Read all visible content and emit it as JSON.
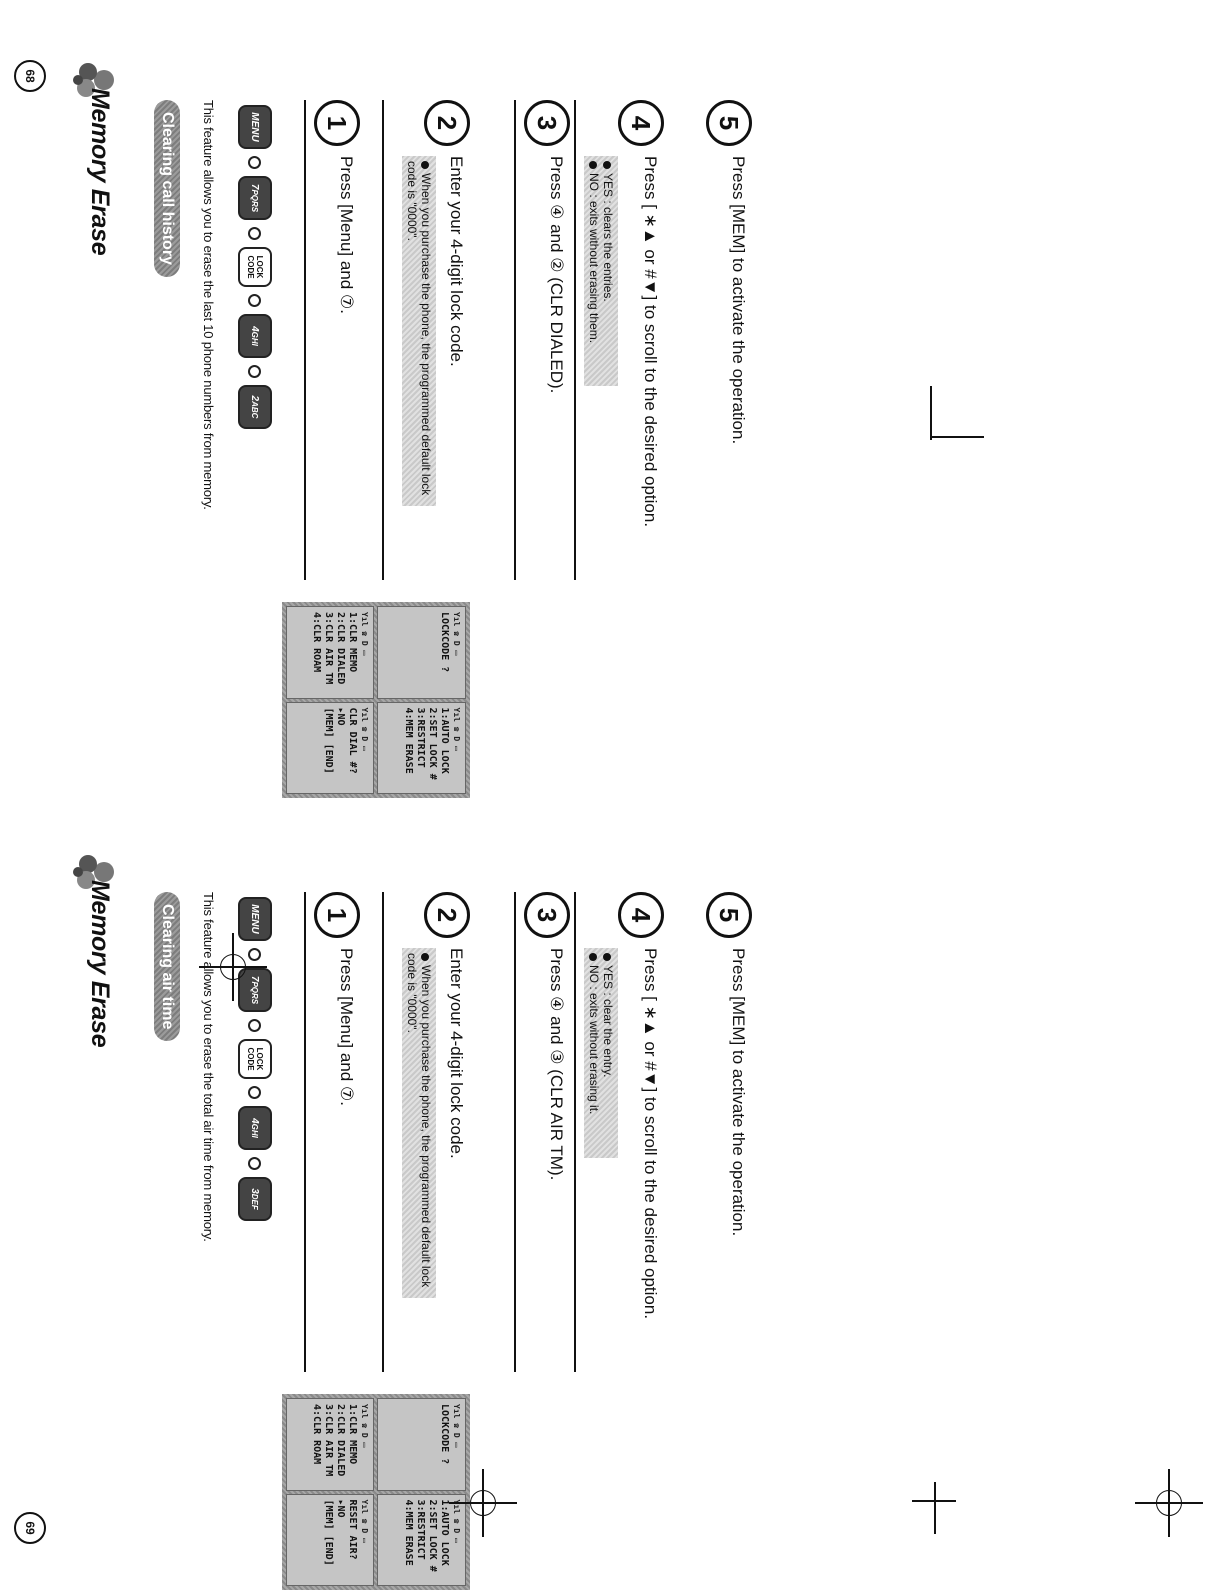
{
  "left": {
    "title": "Memory Erase",
    "section": "Clearing call history",
    "intro": "This feature allows you to erase the last 10 phone numbers from memory.",
    "keys": [
      "MENU",
      "7",
      "LOCK CODE",
      "4",
      "2"
    ],
    "key_sub": {
      "7": "PQRS",
      "4": "GHI",
      "2": "ABC"
    },
    "steps": [
      {
        "num": "1",
        "text": "Press [Menu] and ⑦."
      },
      {
        "num": "2",
        "text": "Enter your 4-digit lock code.",
        "note": [
          "When you purchase the phone, the programmed default lock code is \"0000\"."
        ]
      },
      {
        "num": "3",
        "text": "Press ④ and ② (CLR DIALED)."
      },
      {
        "num": "4",
        "text": "Press [ ∗▲ or #▼] to scroll to the desired option.",
        "note": [
          "YES : clears the entries.",
          "NO : exits without erasing them."
        ]
      },
      {
        "num": "5",
        "text": "Press [MEM] to activate the operation."
      }
    ],
    "screens": [
      {
        "ind": "Yıl  ☎  D  ▭",
        "lines": [
          "",
          "LOCKCODE ?",
          ""
        ]
      },
      {
        "ind": "Yıl  ☎  D  ▭",
        "lines": [
          "1:AUTO LOCK",
          "2:SET LOCK #",
          "3:RESTRICT",
          "4:MEM ERASE"
        ]
      },
      {
        "ind": "Yıl  ☎  D  ▭",
        "lines": [
          "1:CLR MEMO",
          "2:CLR DIALED",
          "3:CLR AIR TM",
          "4:CLR ROAM"
        ]
      },
      {
        "ind": "Yıl  ☎  D  ▭",
        "lines": [
          "CLR DIAL #?",
          "▸NO",
          "",
          "[MEM]  [END]"
        ]
      }
    ],
    "page_number": "68"
  },
  "right": {
    "title": "Memory Erase",
    "section": "Clearing air time",
    "intro": "This feature allows you to erase the total air time from memory.",
    "keys": [
      "MENU",
      "7",
      "LOCK CODE",
      "4",
      "3"
    ],
    "key_sub": {
      "7": "PQRS",
      "4": "GHI",
      "3": "DEF"
    },
    "steps": [
      {
        "num": "1",
        "text": "Press [Menu] and ⑦."
      },
      {
        "num": "2",
        "text": "Enter your 4-digit lock code.",
        "note": [
          "When you purchase the phone, the programmed default lock code is \"0000\"."
        ]
      },
      {
        "num": "3",
        "text": "Press ④ and ③ (CLR AIR TM)."
      },
      {
        "num": "4",
        "text": "Press [ ∗▲ or #▼] to scroll to the desired option.",
        "note": [
          "YES : clear the entry.",
          "NO : exits without erasing it."
        ]
      },
      {
        "num": "5",
        "text": "Press [MEM] to activate the operation."
      }
    ],
    "screens": [
      {
        "ind": "Yıl  ☎  D  ▭",
        "lines": [
          "",
          "LOCKCODE ?",
          ""
        ]
      },
      {
        "ind": "Yıl  ☎  D  ▭",
        "lines": [
          "1:AUTO LOCK",
          "2:SET LOCK #",
          "3:RESTRICT",
          "4:MEM ERASE"
        ]
      },
      {
        "ind": "Yıl  ☎  D  ▭",
        "lines": [
          "1:CLR MEMO",
          "2:CLR DIALED",
          "3:CLR AIR TM",
          "4:CLR ROAM"
        ]
      },
      {
        "ind": "Yıl  ☎  D  ▭",
        "lines": [
          "RESET AIR?",
          "▸NO",
          "",
          "[MEM]  [END]"
        ]
      }
    ],
    "page_number": "69"
  }
}
